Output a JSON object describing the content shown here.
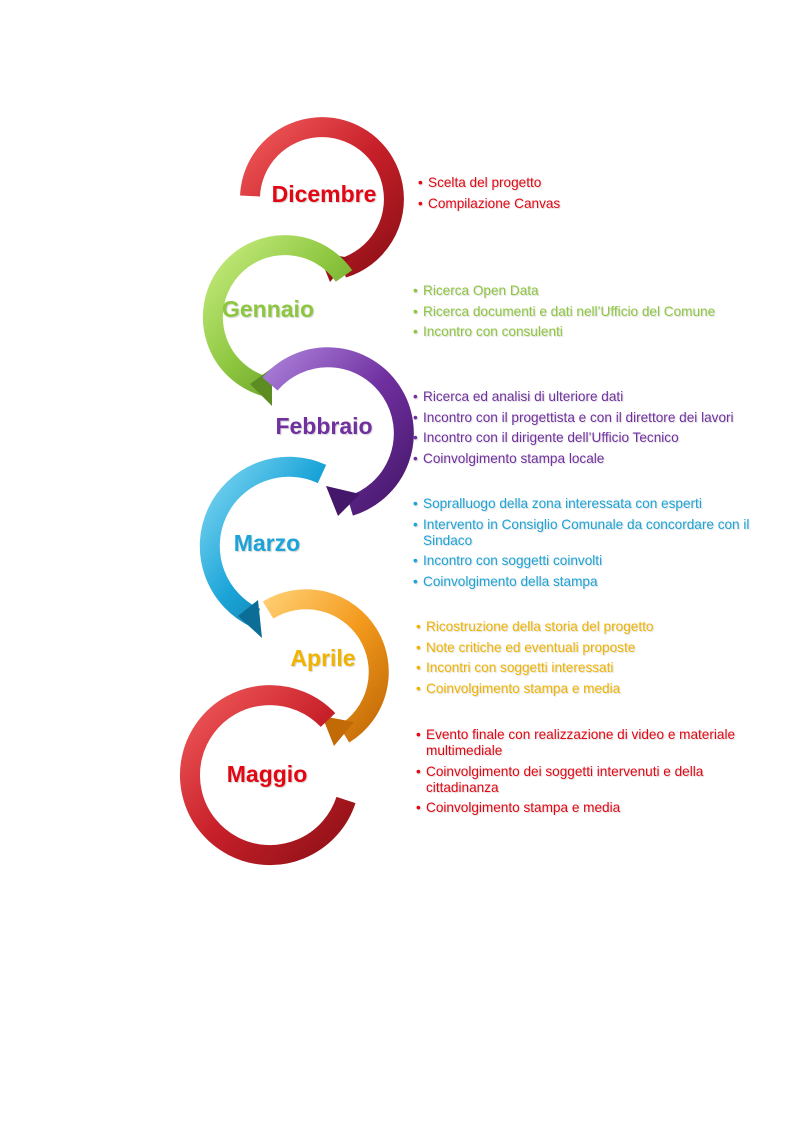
{
  "colors": {
    "dicembre": "#e30613",
    "gennaio": "#8dc63f",
    "febbraio": "#7030a0",
    "marzo": "#1ba4d8",
    "aprile": "#f0b400",
    "maggio": "#e30613"
  },
  "months": [
    {
      "label": "Dicembre",
      "items": [
        "Scelta del progetto",
        "Compilazione Canvas"
      ]
    },
    {
      "label": "Gennaio",
      "items": [
        "Ricerca Open Data",
        "Ricerca documenti e dati nell’Ufficio del Comune",
        "Incontro con consulenti"
      ]
    },
    {
      "label": "Febbraio",
      "items": [
        "Ricerca ed analisi di ulteriore dati",
        "Incontro con il progettista e con il direttore dei lavori",
        "Incontro con il dirigente dell’Ufficio Tecnico",
        "Coinvolgimento stampa locale"
      ]
    },
    {
      "label": "Marzo",
      "items": [
        "Sopralluogo della zona interessata con esperti",
        "Intervento in Consiglio Comunale da concordare con il Sindaco",
        "Incontro con soggetti coinvolti",
        "Coinvolgimento della stampa"
      ]
    },
    {
      "label": "Aprile",
      "items": [
        "Ricostruzione della storia del progetto",
        "Note critiche ed eventuali proposte",
        "Incontri con soggetti interessati",
        "Coinvolgimento stampa e media"
      ]
    },
    {
      "label": "Maggio",
      "items": [
        "Evento finale con realizzazione di video e materiale multimediale",
        "Coinvolgimento dei soggetti intervenuti e della cittadinanza",
        "Coinvolgimento stampa e media"
      ]
    }
  ]
}
